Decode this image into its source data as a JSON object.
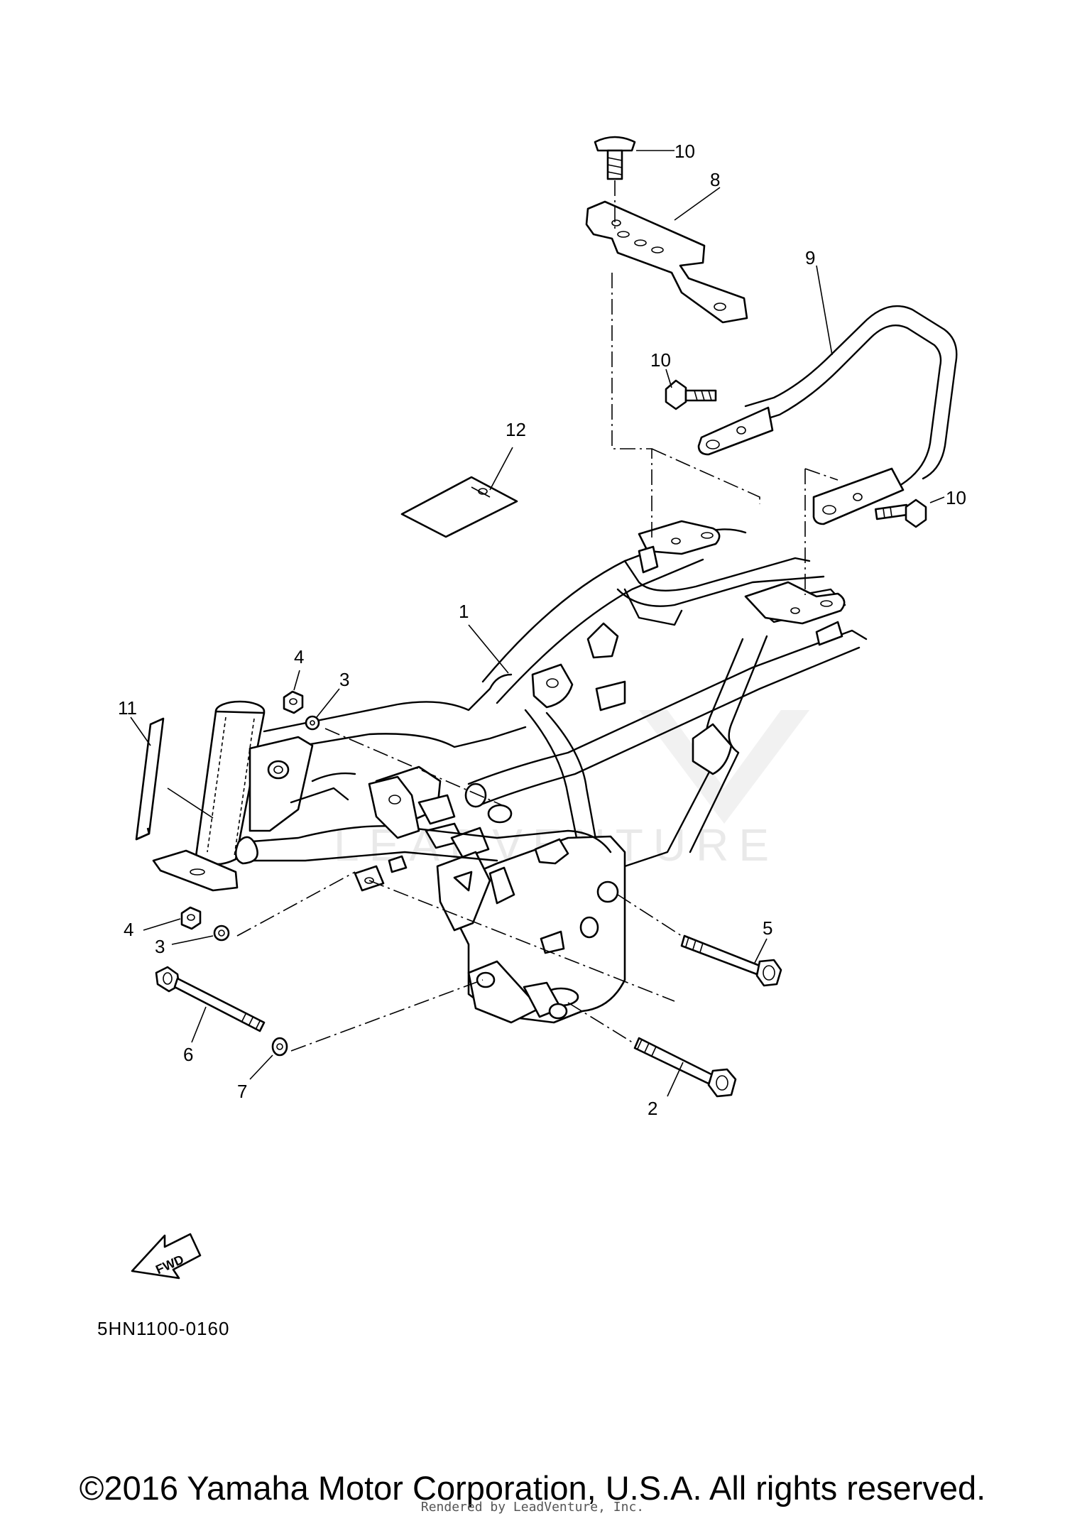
{
  "diagram": {
    "callouts": [
      {
        "id": "c10a",
        "label": "10"
      },
      {
        "id": "c8",
        "label": "8"
      },
      {
        "id": "c9",
        "label": "9"
      },
      {
        "id": "c10b",
        "label": "10"
      },
      {
        "id": "c12",
        "label": "12"
      },
      {
        "id": "c10c",
        "label": "10"
      },
      {
        "id": "c1",
        "label": "1"
      },
      {
        "id": "c4a",
        "label": "4"
      },
      {
        "id": "c3a",
        "label": "3"
      },
      {
        "id": "c11",
        "label": "11"
      },
      {
        "id": "c4b",
        "label": "4"
      },
      {
        "id": "c3b",
        "label": "3"
      },
      {
        "id": "c5",
        "label": "5"
      },
      {
        "id": "c6",
        "label": "6"
      },
      {
        "id": "c7",
        "label": "7"
      },
      {
        "id": "c2",
        "label": "2"
      }
    ],
    "fwd_label": "FWD",
    "watermark": "LEADVENTURE",
    "diagram_code": "5HN1100-0160"
  },
  "footer": {
    "copyright": "©2016 Yamaha Motor Corporation, U.S.A. All rights reserved.",
    "rendered_by": "Rendered by LeadVenture, Inc."
  }
}
